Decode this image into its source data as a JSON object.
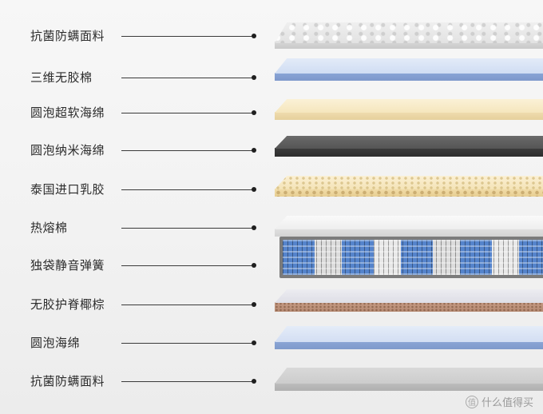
{
  "labels": [
    "抗菌防螨面料",
    "三维无胶棉",
    "圆泡超软海绵",
    "圆泡纳米海绵",
    "泰国进口乳胶",
    "热熔棉",
    "独袋静音弹簧",
    "无胶护脊椰棕",
    "圆泡海绵",
    "抗菌防螨面料"
  ],
  "watermark": {
    "text": "什么值得买",
    "icon": "zhi-logo-icon"
  },
  "colors": {
    "text": "#2b2b2b",
    "line": "#3a3a3a",
    "spring_blue": "#5584cc",
    "foam_blue": "#d0ddf3",
    "cream": "#f5e6bd",
    "dark_foam": "#555555",
    "coir": "#b58a73"
  }
}
